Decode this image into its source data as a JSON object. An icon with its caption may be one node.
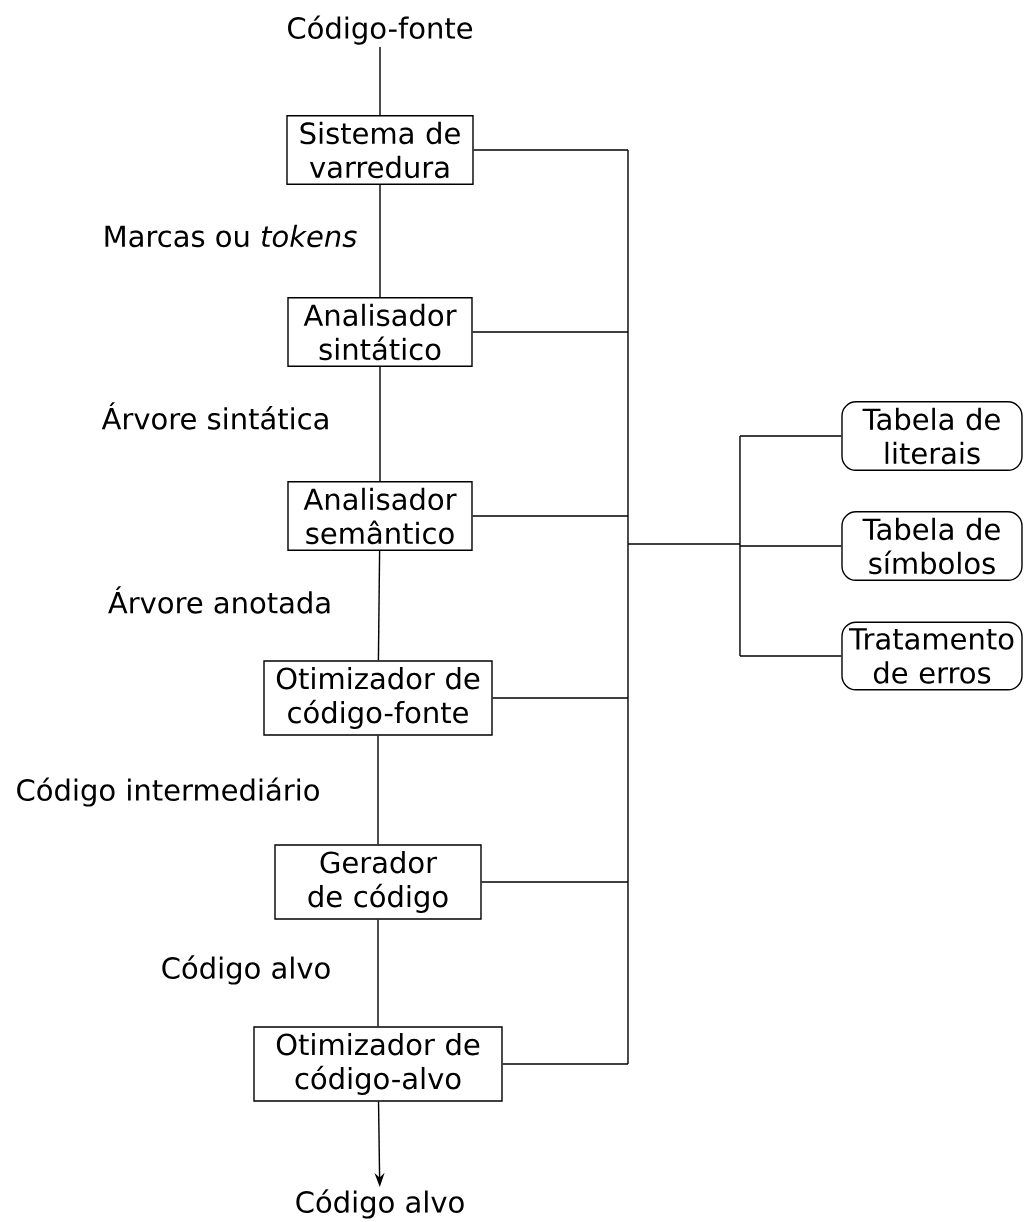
{
  "diagram": {
    "nodes": [
      {
        "text": [
          "Código-fonte"
        ]
      },
      {
        "text": [
          "Sistema de varredura"
        ]
      },
      {
        "text": [
          "Analisador sintático"
        ]
      },
      {
        "text": [
          "Analisador semântico"
        ]
      },
      {
        "text": [
          "Otimizador de código-fonte"
        ]
      },
      {
        "text": [
          "Gerador de código"
        ]
      },
      {
        "text": [
          "Otimizador de código-alvo"
        ]
      },
      {
        "text": [
          "Código alvo"
        ]
      },
      {
        "text": [
          "Tabela de literais"
        ]
      },
      {
        "text": [
          "Tabela de símbolos"
        ]
      },
      {
        "text": [
          "Tratamento de erros"
        ]
      }
    ],
    "edges": [
      {
        "from": 0,
        "to": 1,
        "arrow": "none"
      },
      {
        "from": 1,
        "to": 2,
        "arrow": "none",
        "label": "Marcas ou *tokens*"
      },
      {
        "from": 2,
        "to": 3,
        "arrow": "none",
        "label": "Árvore sintática"
      },
      {
        "from": 3,
        "to": 4,
        "arrow": "none",
        "label": "Árvore anotada"
      },
      {
        "from": 4,
        "to": 5,
        "arrow": "none",
        "label": "Código intermediário"
      },
      {
        "from": 5,
        "to": 6,
        "arrow": "none",
        "label": "Código alvo"
      },
      {
        "from": 6,
        "to": 7,
        "arrow": "to"
      },
      {
        "from": 1,
        "to": 8,
        "arrow": "none"
      },
      {
        "from": 1,
        "to": 9,
        "arrow": "none"
      },
      {
        "from": 1,
        "to": 10,
        "arrow": "none"
      },
      {
        "from": 2,
        "to": 8,
        "arrow": "none"
      },
      {
        "from": 2,
        "to": 9,
        "arrow": "none"
      },
      {
        "from": 2,
        "to": 10,
        "arrow": "none"
      },
      {
        "from": 3,
        "to": 8,
        "arrow": "none"
      },
      {
        "from": 3,
        "to": 9,
        "arrow": "none"
      },
      {
        "from": 3,
        "to": 10,
        "arrow": "none"
      },
      {
        "from": 4,
        "to": 8,
        "arrow": "none"
      },
      {
        "from": 4,
        "to": 9,
        "arrow": "none"
      },
      {
        "from": 4,
        "to": 10,
        "arrow": "none"
      },
      {
        "from": 5,
        "to": 8,
        "arrow": "none"
      },
      {
        "from": 5,
        "to": 9,
        "arrow": "none"
      },
      {
        "from": 5,
        "to": 10,
        "arrow": "none"
      },
      {
        "from": 6,
        "to": 8,
        "arrow": "none"
      },
      {
        "from": 6,
        "to": 9,
        "arrow": "none"
      },
      {
        "from": 6,
        "to": 10,
        "arrow": "none"
      }
    ]
  }
}
